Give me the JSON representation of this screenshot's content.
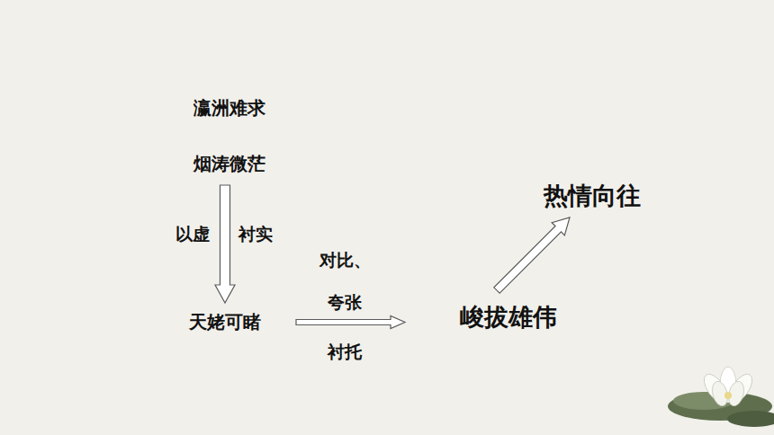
{
  "diagram": {
    "nodes": [
      {
        "text": [
          "瀛洲难求"
        ]
      },
      {
        "text": [
          "烟涛微茫"
        ]
      },
      {
        "text": [
          "天姥可睹"
        ]
      },
      {
        "text": [
          "峻拔雄伟"
        ]
      },
      {
        "text": [
          "热情向往"
        ]
      }
    ],
    "edges": [
      {
        "from": 1,
        "to": 2,
        "arrow": "to"
      },
      {
        "from": 2,
        "to": 3,
        "arrow": "to"
      },
      {
        "from": 3,
        "to": 4,
        "arrow": "to"
      }
    ],
    "labels": [
      "以虚",
      "衬实",
      "对比、",
      "夸张",
      "衬托"
    ]
  }
}
